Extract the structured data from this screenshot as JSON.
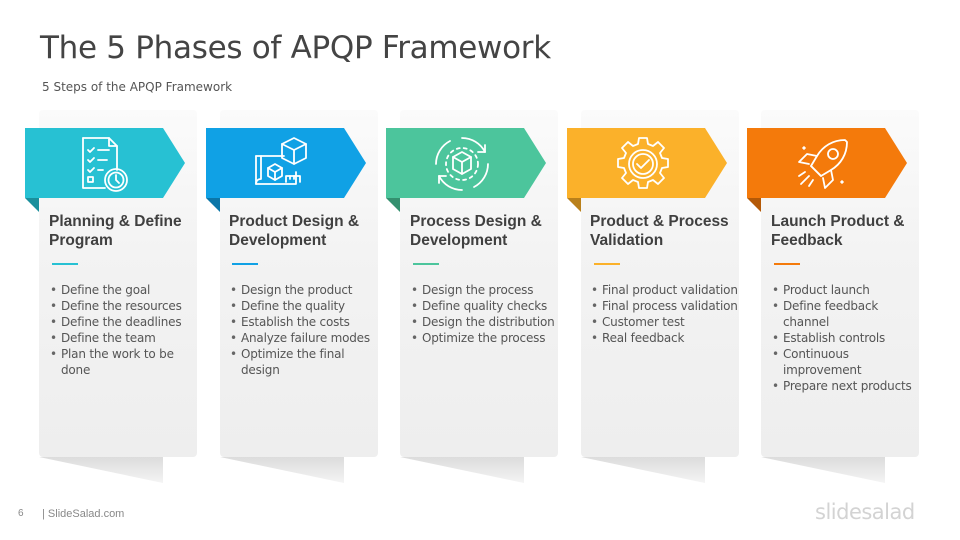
{
  "title": "The 5 Phases of APQP Framework",
  "subtitle": "5 Steps of the APQP Framework",
  "footer": {
    "page_number": "6",
    "site": "| SlideSalad.com",
    "logo": "slidesalad"
  },
  "phases": [
    {
      "color": "#27c1d3",
      "fold_color": "#1a8f9c",
      "icon": "checklist-clock-icon",
      "title": "Planning & Define Program",
      "bullets": [
        "Define the goal",
        "Define the resources",
        "Define the deadlines",
        "Define the team",
        "Plan the work to be done"
      ]
    },
    {
      "color": "#10a1e5",
      "fold_color": "#0b76a8",
      "icon": "blueprint-box-icon",
      "title": "Product Design & Development",
      "bullets": [
        "Design the product",
        "Define the quality",
        "Establish the costs",
        "Analyze failure modes",
        "Optimize the final design"
      ]
    },
    {
      "color": "#4cc59c",
      "fold_color": "#34906f",
      "icon": "process-cycle-icon",
      "title": "Process Design & Development",
      "bullets": [
        "Design the process",
        "Define quality checks",
        "Design the distribution",
        "Optimize the process"
      ]
    },
    {
      "color": "#fbb12a",
      "fold_color": "#b9801b",
      "icon": "gear-check-icon",
      "title": "Product & Process Validation",
      "bullets": [
        "Final product validation",
        "Final process validation",
        "Customer test",
        "Real feedback"
      ]
    },
    {
      "color": "#f47a0b",
      "fold_color": "#b45907",
      "icon": "rocket-icon",
      "title": "Launch Product & Feedback",
      "bullets": [
        "Product launch",
        "Define feedback channel",
        "Establish controls",
        "Continuous improvement",
        "Prepare next products"
      ]
    }
  ]
}
